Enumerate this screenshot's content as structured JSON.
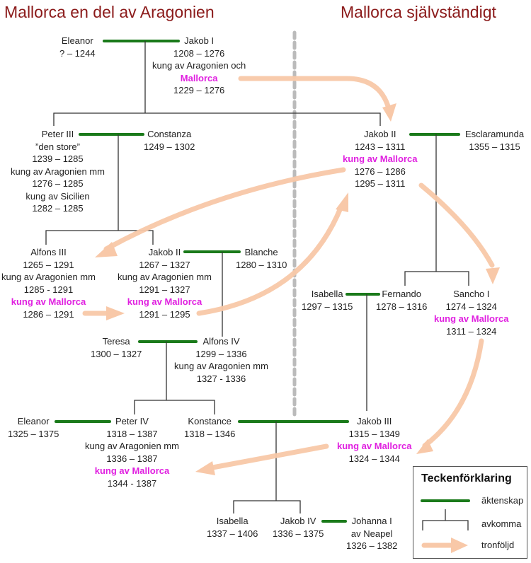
{
  "titles": {
    "left": "Mallorca en del av Aragonien",
    "right": "Mallorca självständigt"
  },
  "persons": {
    "eleanor1": [
      "Eleanor",
      "? – 1244"
    ],
    "jakob1": [
      "Jakob I",
      "1208 – 1276",
      "kung av Aragonien och",
      "Mallorca",
      "1229 – 1276"
    ],
    "peter3": [
      "Peter III",
      "”den store”",
      "1239 – 1285",
      "kung av Aragonien mm",
      "1276 – 1285",
      "kung av Sicilien",
      "1282 – 1285"
    ],
    "constanza": [
      "Constanza",
      "1249 – 1302"
    ],
    "jakob2m": [
      "Jakob II",
      "1243 – 1311",
      "kung av Mallorca",
      "1276 – 1286",
      "1295 – 1311"
    ],
    "esclaramunda": [
      "Esclaramunda",
      "1355 – 1315"
    ],
    "alfons3": [
      "Alfons III",
      "1265 – 1291",
      "kung av Aragonien mm",
      "1285 - 1291",
      "kung av Mallorca",
      "1286 – 1291"
    ],
    "jakob2a": [
      "Jakob II",
      "1267 – 1327",
      "kung av Aragonien mm",
      "1291 – 1327",
      "kung av Mallorca",
      "1291 – 1295"
    ],
    "blanche": [
      "Blanche",
      "1280 – 1310"
    ],
    "isabella1": [
      "Isabella",
      "1297 – 1315"
    ],
    "fernando": [
      "Fernando",
      "1278 – 1316"
    ],
    "sancho1": [
      "Sancho I",
      "1274 – 1324",
      "kung av Mallorca",
      "1311 – 1324"
    ],
    "teresa": [
      "Teresa",
      "1300 – 1327"
    ],
    "alfons4": [
      "Alfons IV",
      "1299 – 1336",
      "kung av Aragonien mm",
      "1327 - 1336"
    ],
    "eleanor2": [
      "Eleanor",
      "1325 – 1375"
    ],
    "peter4": [
      "Peter IV",
      "1318 – 1387",
      "kung av Aragonien mm",
      "1336 – 1387",
      "kung av Mallorca",
      "1344 - 1387"
    ],
    "konstance": [
      "Konstance",
      "1318 – 1346"
    ],
    "jakob3": [
      "Jakob III",
      "1315 – 1349",
      "kung av Mallorca",
      "1324 – 1344"
    ],
    "isabella2": [
      "Isabella",
      "1337 – 1406"
    ],
    "jakob4": [
      "Jakob IV",
      "1336 – 1375"
    ],
    "johanna1": [
      "Johanna I",
      "av Neapel",
      "1326 – 1382"
    ]
  },
  "highlight_phrases": [
    "Mallorca",
    "kung av Mallorca"
  ],
  "legend": {
    "title": "Teckenförklaring",
    "items": [
      {
        "label": "äktenskap",
        "symbol": "marriage-line"
      },
      {
        "label": "avkomma",
        "symbol": "offspring-bracket"
      },
      {
        "label": "tronföljd",
        "symbol": "succession-arrow"
      }
    ]
  },
  "colors": {
    "title": "#8b1a1a",
    "marriage": "#1a7a1a",
    "succession": "#f8c8a8",
    "highlight": "#e020e0",
    "divider": "#bbbbbb"
  }
}
